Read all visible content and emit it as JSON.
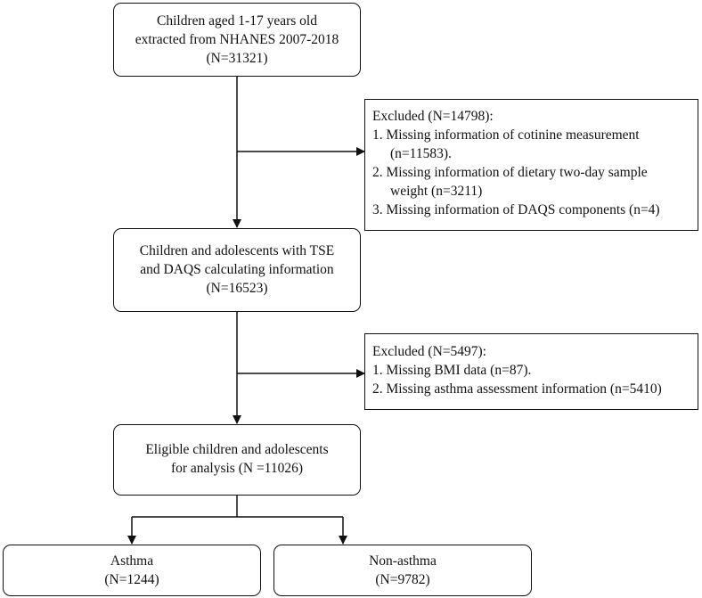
{
  "nodes": {
    "start": {
      "lines": [
        "Children aged 1-17 years old",
        "extracted from NHANES 2007-2018",
        "(N=31321)"
      ]
    },
    "excluded1": {
      "header": "Excluded (N=14798):",
      "items": [
        {
          "first": "1. Missing information of cotinine measurement",
          "rest": "(n=11583)."
        },
        {
          "first": "2. Missing information of dietary two-day sample",
          "rest": "weight (n=3211)"
        },
        {
          "first": "3. Missing information of DAQS components (n=4)",
          "rest": ""
        }
      ]
    },
    "middle": {
      "lines": [
        "Children and adolescents with TSE",
        "and DAQS calculating information",
        "(N=16523)"
      ]
    },
    "excluded2": {
      "header": "Excluded (N=5497):",
      "items": [
        {
          "first": "1. Missing BMI data (n=87).",
          "rest": ""
        },
        {
          "first": "2. Missing asthma assessment information (n=5410)",
          "rest": ""
        }
      ]
    },
    "eligible": {
      "lines": [
        "Eligible children and adolescents",
        "for analysis  (N =11026)"
      ]
    },
    "asthma": {
      "lines": [
        "Asthma",
        "(N=1244)"
      ]
    },
    "non_asthma": {
      "lines": [
        "Non-asthma",
        "(N=9782)"
      ]
    }
  }
}
